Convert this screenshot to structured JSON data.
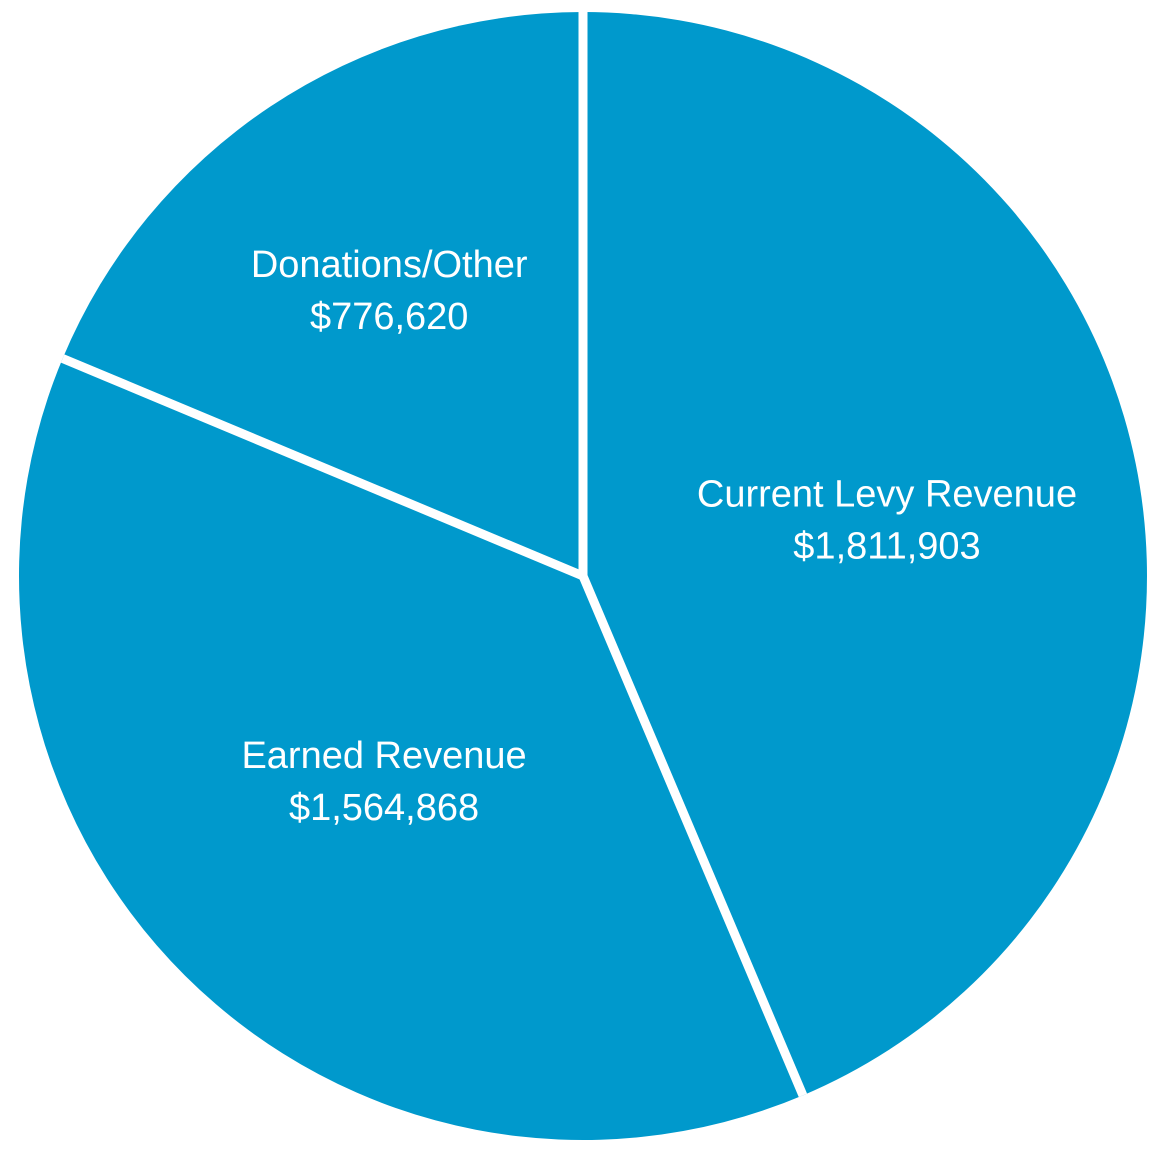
{
  "chart_data": {
    "type": "pie",
    "slices": [
      {
        "label": "Current Levy Revenue",
        "value": 1811903,
        "value_text": "$1,811,903"
      },
      {
        "label": "Earned Revenue",
        "value": 1564868,
        "value_text": "$1,564,868"
      },
      {
        "label": "Donations/Other",
        "value": 776620,
        "value_text": "$776,620"
      }
    ],
    "slice_color": "#0099CC",
    "separator_color": "#FFFFFF",
    "start_direction": "12 o'clock",
    "order": "clockwise",
    "legend": "none"
  }
}
